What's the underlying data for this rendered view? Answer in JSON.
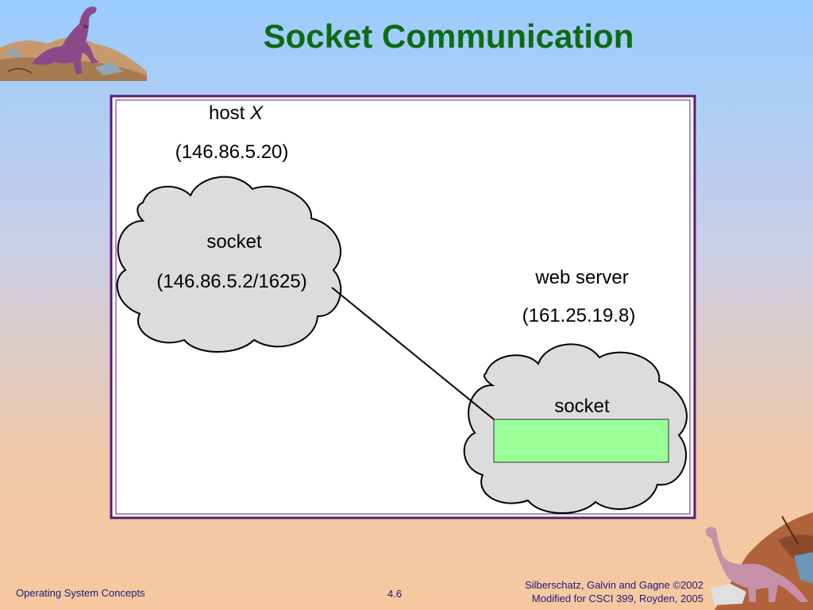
{
  "slide": {
    "title": "Socket Communication"
  },
  "diagram": {
    "host": {
      "label_prefix": "host ",
      "label_name": "X",
      "address": "(146.86.5.20)",
      "socket_label": "socket",
      "socket_address": "(146.86.5.2/1625)"
    },
    "server": {
      "label": "web server",
      "address": "(161.25.19.8)",
      "socket_label": "socket"
    }
  },
  "footer": {
    "course": "Operating System Concepts",
    "page": "4.6",
    "credit_line1": "Silberschatz, Galvin and  Gagne ©2002",
    "credit_line2": "Modified for CSCI 399, Royden, 2005"
  },
  "colors": {
    "title": "#0d6b12",
    "frame": "#5a1a7a",
    "cloud_fill": "#dcdcdc",
    "port_box": "#99ff99",
    "footer_text": "#1a1a80"
  },
  "icons": [
    "dinosaur-trex-clipart",
    "dinosaur-sauropod-clipart"
  ]
}
